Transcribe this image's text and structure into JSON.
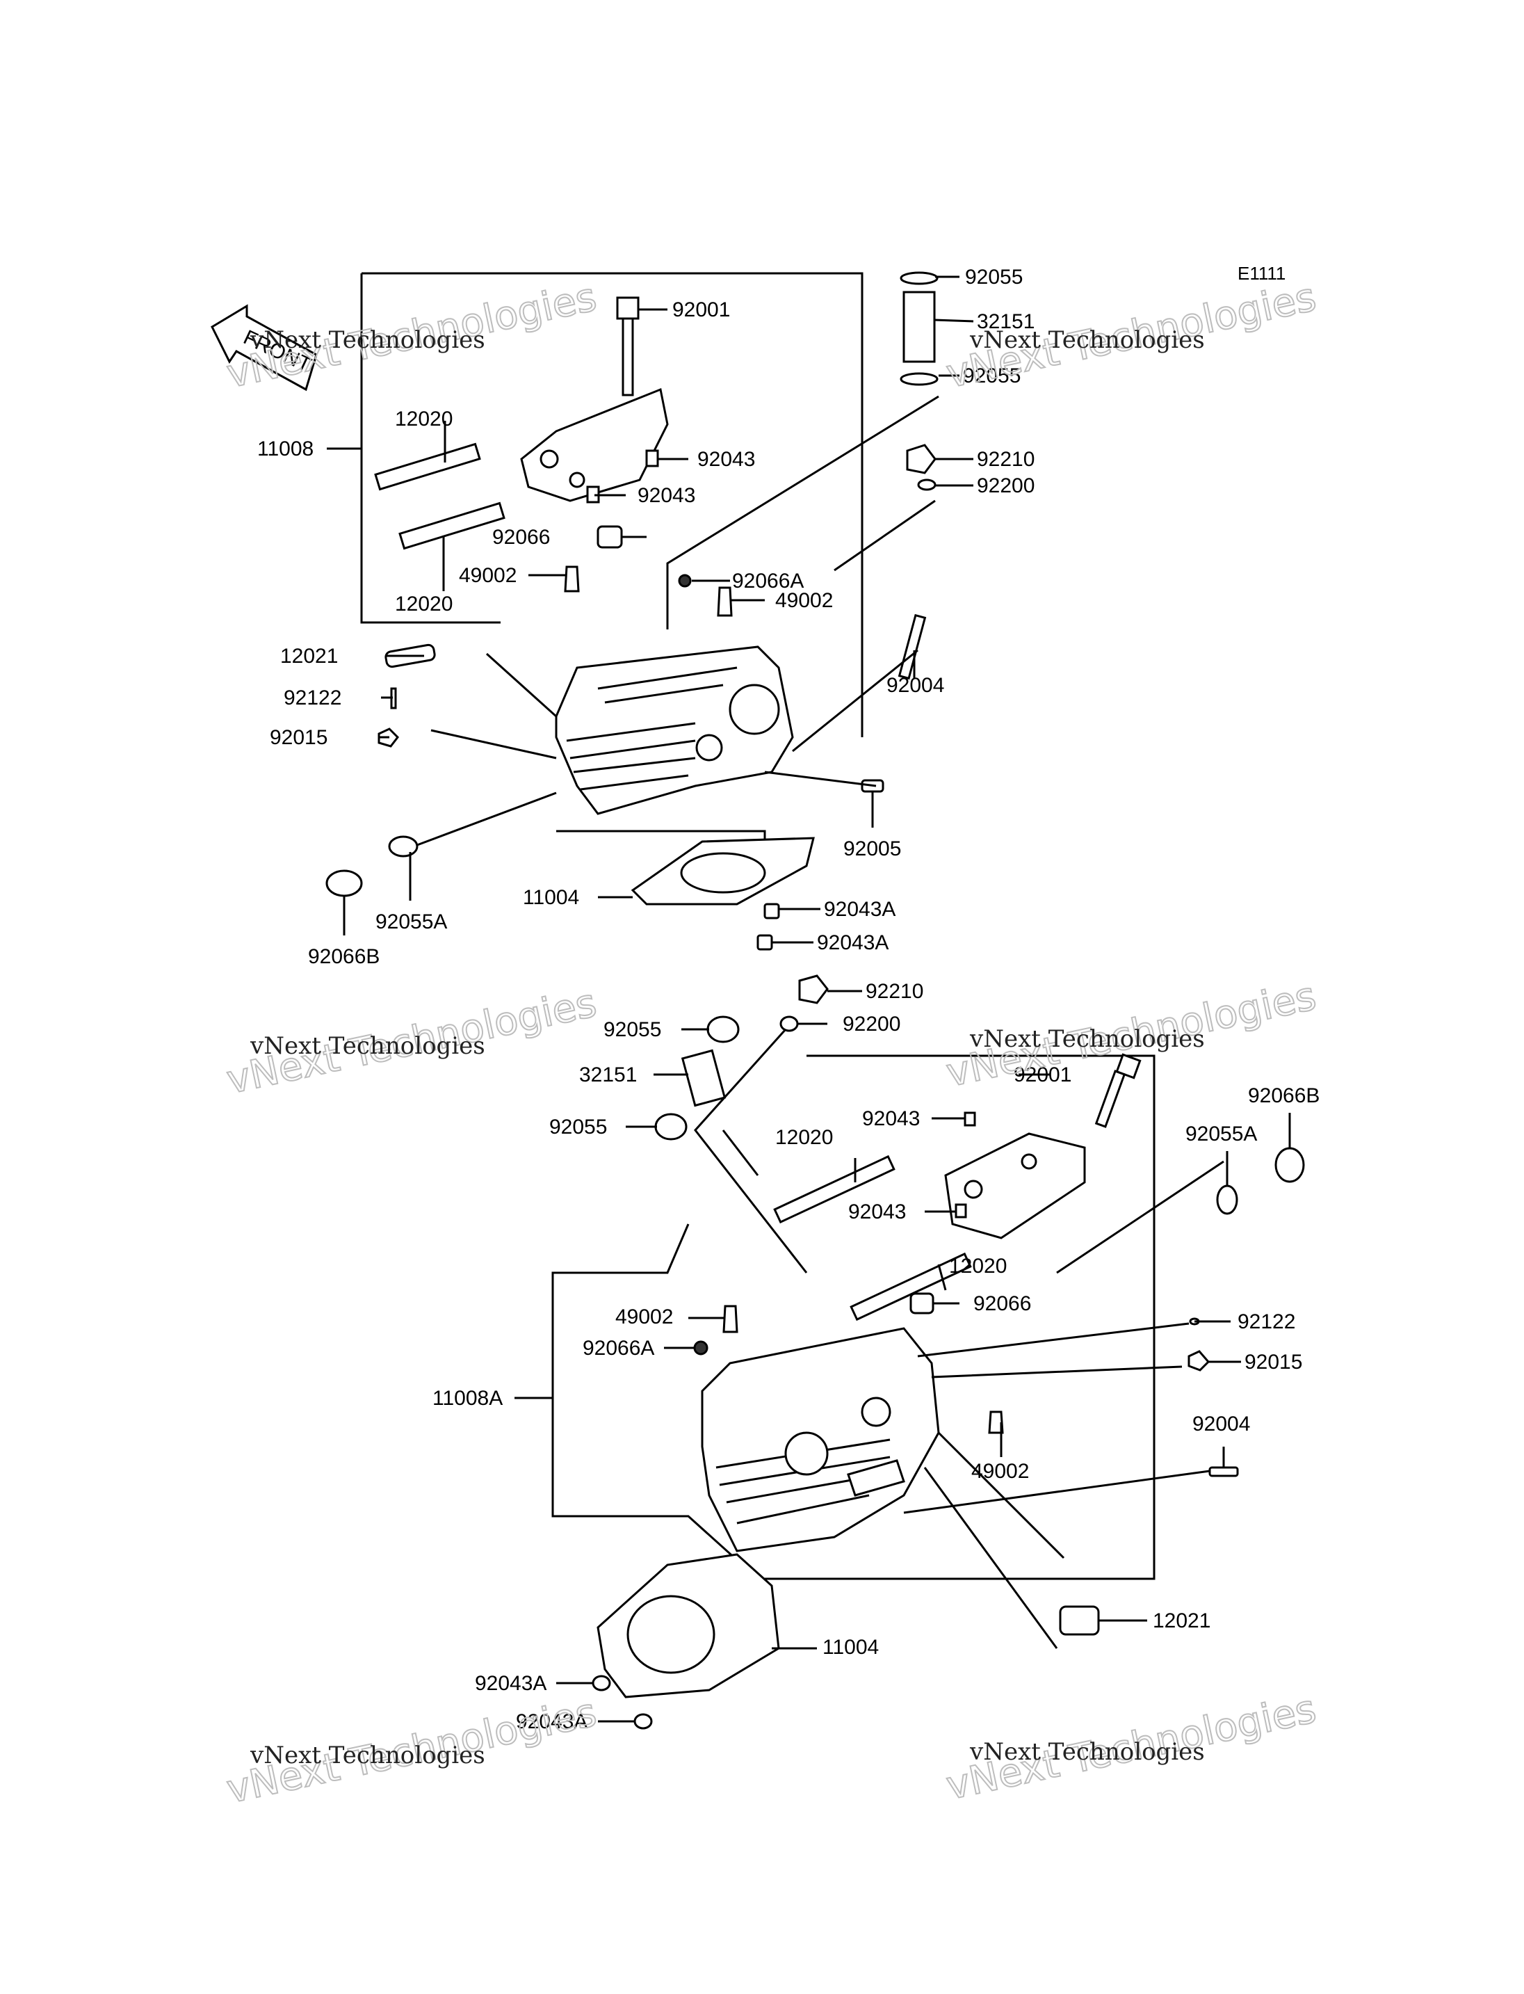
{
  "diagram": {
    "code": "E1111",
    "front_arrow": "FRONT",
    "watermarks": [
      "vNext Technologies",
      "vNext Technologies",
      "vNext Technologies",
      "vNext Technologies",
      "vNext Technologies",
      "vNext Technologies"
    ],
    "watermark_outline": "vNext Technologies",
    "labels": [
      "92055",
      "92001",
      "32151",
      "92055",
      "11008",
      "12020",
      "92043",
      "92210",
      "92200",
      "92043",
      "92066",
      "49002",
      "92066A",
      "49002",
      "12020",
      "12021",
      "92004",
      "92122",
      "92015",
      "92005",
      "11004",
      "92043A",
      "92055A",
      "92043A",
      "92066B",
      "92210",
      "92200",
      "92055",
      "32151",
      "92001",
      "92066B",
      "92043",
      "92055",
      "12020",
      "92055A",
      "92043",
      "12020",
      "92066",
      "49002",
      "92122",
      "92066A",
      "92015",
      "11008A",
      "92004",
      "49002",
      "12021",
      "11004",
      "92043A",
      "92043A"
    ]
  }
}
